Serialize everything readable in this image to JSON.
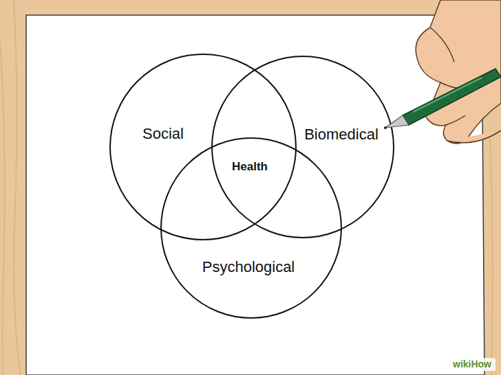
{
  "diagram": {
    "nodes": [
      {
        "text": [
          "Social"
        ]
      },
      {
        "text": [
          "Biomedical"
        ]
      },
      {
        "text": [
          "Psychological"
        ]
      }
    ],
    "labels": [
      "Health",
      "wikiHow"
    ]
  }
}
